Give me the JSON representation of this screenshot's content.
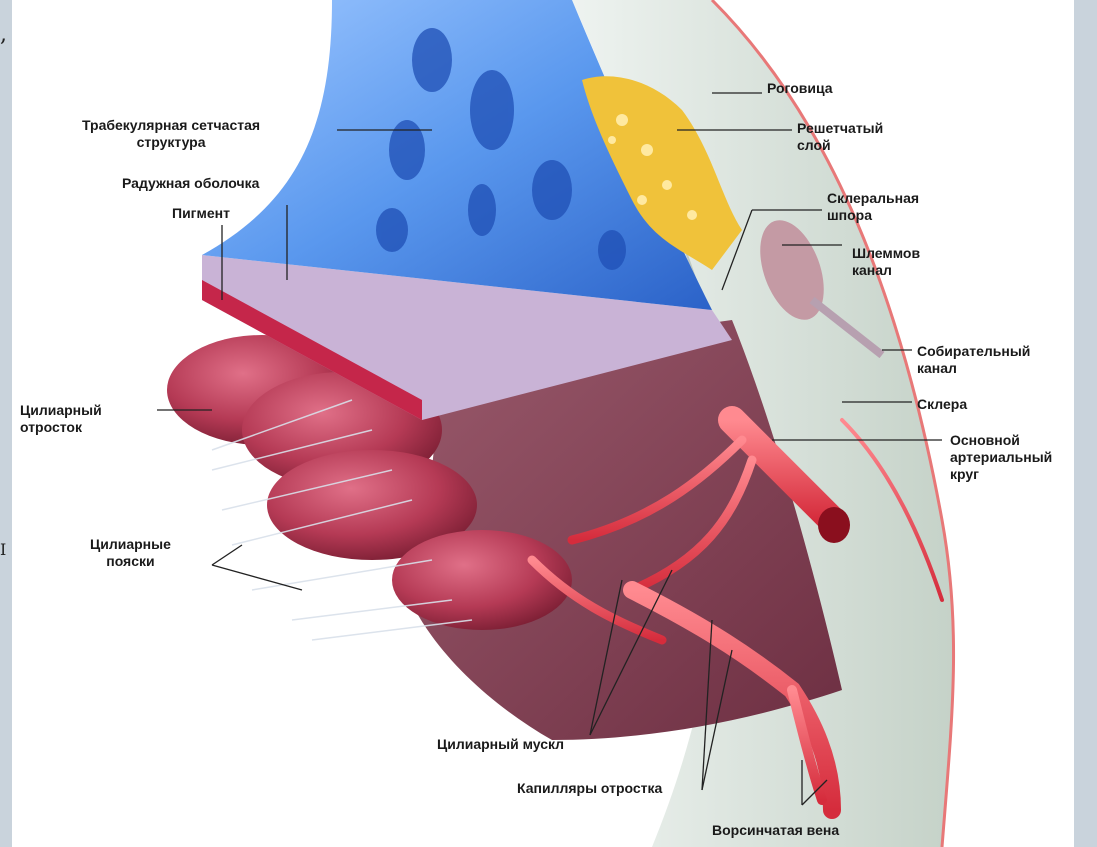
{
  "edge_marks": {
    "left_top": ",",
    "left_mid": "I"
  },
  "labels": {
    "trabecular": "Трабекулярная сетчастая\nструктура",
    "iris": "Радужная оболочка",
    "pigment": "Пигмент",
    "ciliary_process": "Цилиарный\nотросток",
    "ciliary_zonules": "Цилиарные\nпояски",
    "ciliary_muscle": "Цилиарный мускл",
    "process_capillaries": "Капилляры отростка",
    "choroidal_vein": "Ворсинчатая вена",
    "cornea": "Роговица",
    "cribriform": "Решетчатый\nслой",
    "scleral_spur": "Склеральная\nшпора",
    "schlemm": "Шлеммов\nканал",
    "collector": "Собирательный\nканал",
    "sclera": "Склера",
    "arterial_circle": "Основной\nартериальный\nкруг"
  },
  "colors": {
    "trabecular_blue": "#4f8ee6",
    "trabecular_dark": "#1f4fb5",
    "cribriform_yellow": "#f0c23a",
    "ciliary_red": "#a5293f",
    "vessel_red": "#e03a48",
    "sclera_gray": "#d3ddd4",
    "cornea_edge": "#e87878"
  }
}
